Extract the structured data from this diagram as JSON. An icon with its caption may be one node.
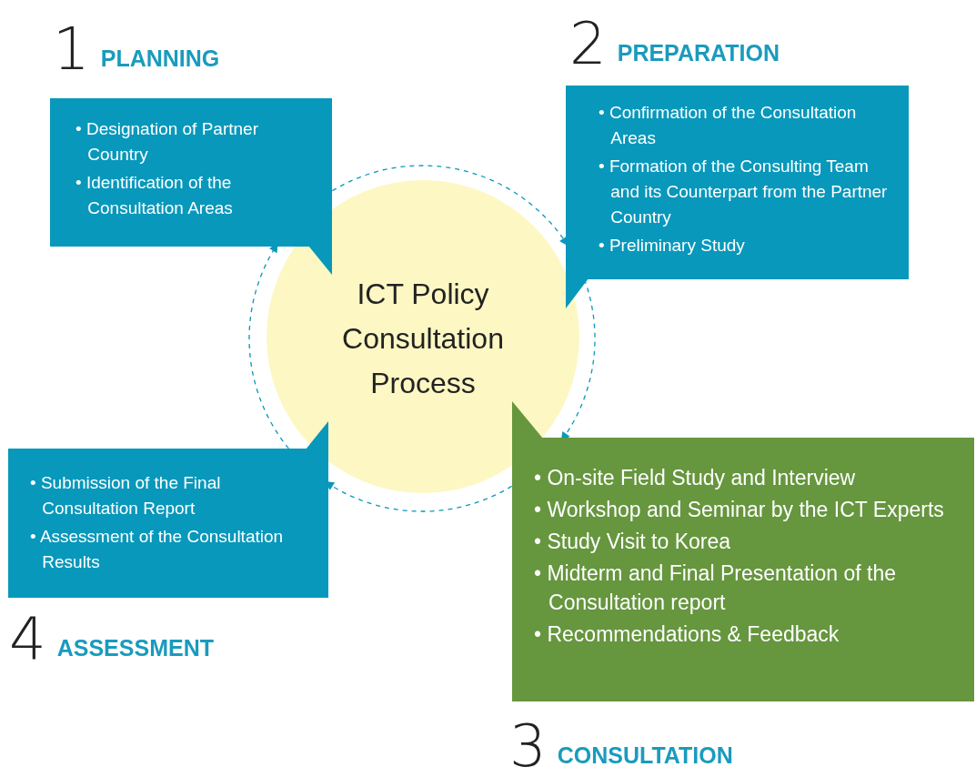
{
  "diagram": {
    "nodes": [
      {
        "text": [
          "1",
          "PLANNING",
          "• Designation of Partner Country",
          "• Identification of the Consultation Areas"
        ]
      },
      {
        "text": [
          "2",
          "PREPARATION",
          "• Confirmation of the Consultation Areas",
          "• Formation of the Consulting Team and its Counterpart from the Partner Country",
          "• Preliminary Study"
        ]
      },
      {
        "text": [
          "ICT Policy Consultation Process"
        ]
      },
      {
        "text": [
          "• Submission of the Final Consultation Report",
          "• Assessment of the Consultation Results",
          "4",
          "ASSESSMENT"
        ]
      },
      {
        "text": [
          "• On-site Field Study and Interview",
          "• Workshop and Seminar by the ICT Experts",
          "• Study Visit to Korea",
          "• Midterm and Final Presentation of the Consultation report",
          "• Recommendations & Feedback",
          "3",
          "CONSULTATION"
        ]
      }
    ],
    "edges": [
      {
        "from": 0,
        "to": 1,
        "arrow": "to",
        "style": "dashed"
      },
      {
        "from": 1,
        "to": 4,
        "arrow": "to",
        "style": "dashed"
      },
      {
        "from": 4,
        "to": 3,
        "arrow": "to",
        "style": "dashed"
      },
      {
        "from": 3,
        "to": 0,
        "arrow": "to",
        "style": "dashed"
      }
    ]
  }
}
